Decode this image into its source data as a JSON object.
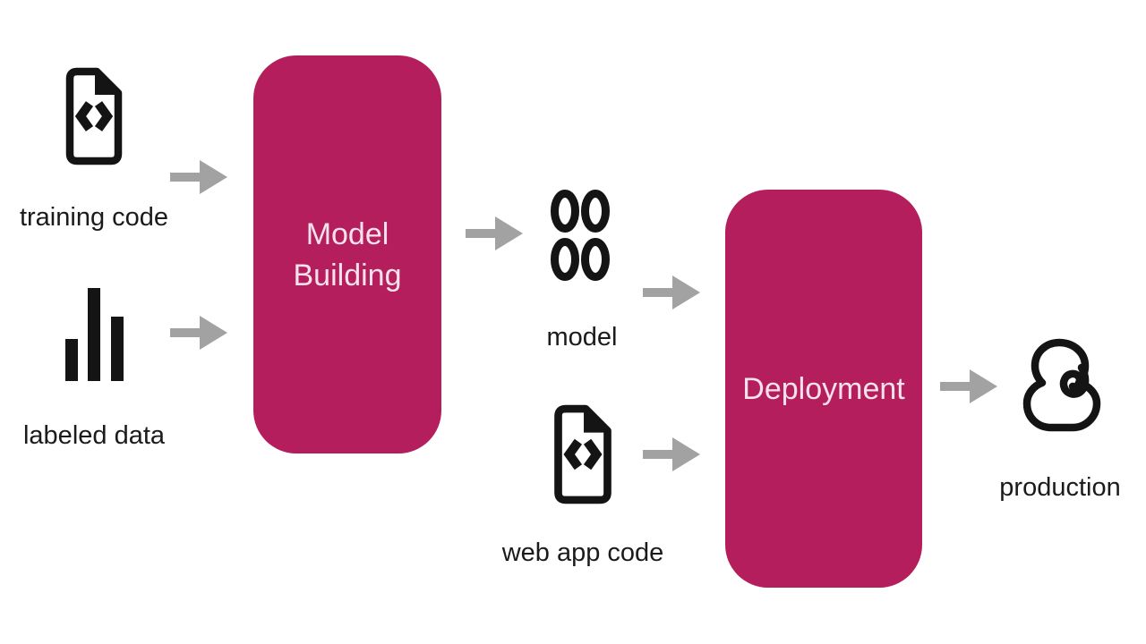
{
  "colors": {
    "background": "#ffffff",
    "box_fill": "#b41e5c",
    "box_text": "#f5e2ec",
    "arrow": "#a2a2a2",
    "icon": "#141414",
    "label": "#1b1b1b"
  },
  "nodes": {
    "training_code": {
      "label": "training code",
      "icon": "code-file"
    },
    "labeled_data": {
      "label": "labeled data",
      "icon": "bar-chart"
    },
    "model_building": {
      "lines": [
        "Model",
        "Building"
      ]
    },
    "model": {
      "label": "model",
      "icon": "four-nodes"
    },
    "web_app_code": {
      "label": "web app code",
      "icon": "code-file"
    },
    "deployment": {
      "label": "Deployment"
    },
    "production": {
      "label": "production",
      "icon": "cloud"
    }
  },
  "edges": [
    {
      "from": "training code",
      "to": "Model Building"
    },
    {
      "from": "labeled data",
      "to": "Model Building"
    },
    {
      "from": "Model Building",
      "to": "model"
    },
    {
      "from": "model",
      "to": "Deployment"
    },
    {
      "from": "web app code",
      "to": "Deployment"
    },
    {
      "from": "Deployment",
      "to": "production"
    }
  ]
}
